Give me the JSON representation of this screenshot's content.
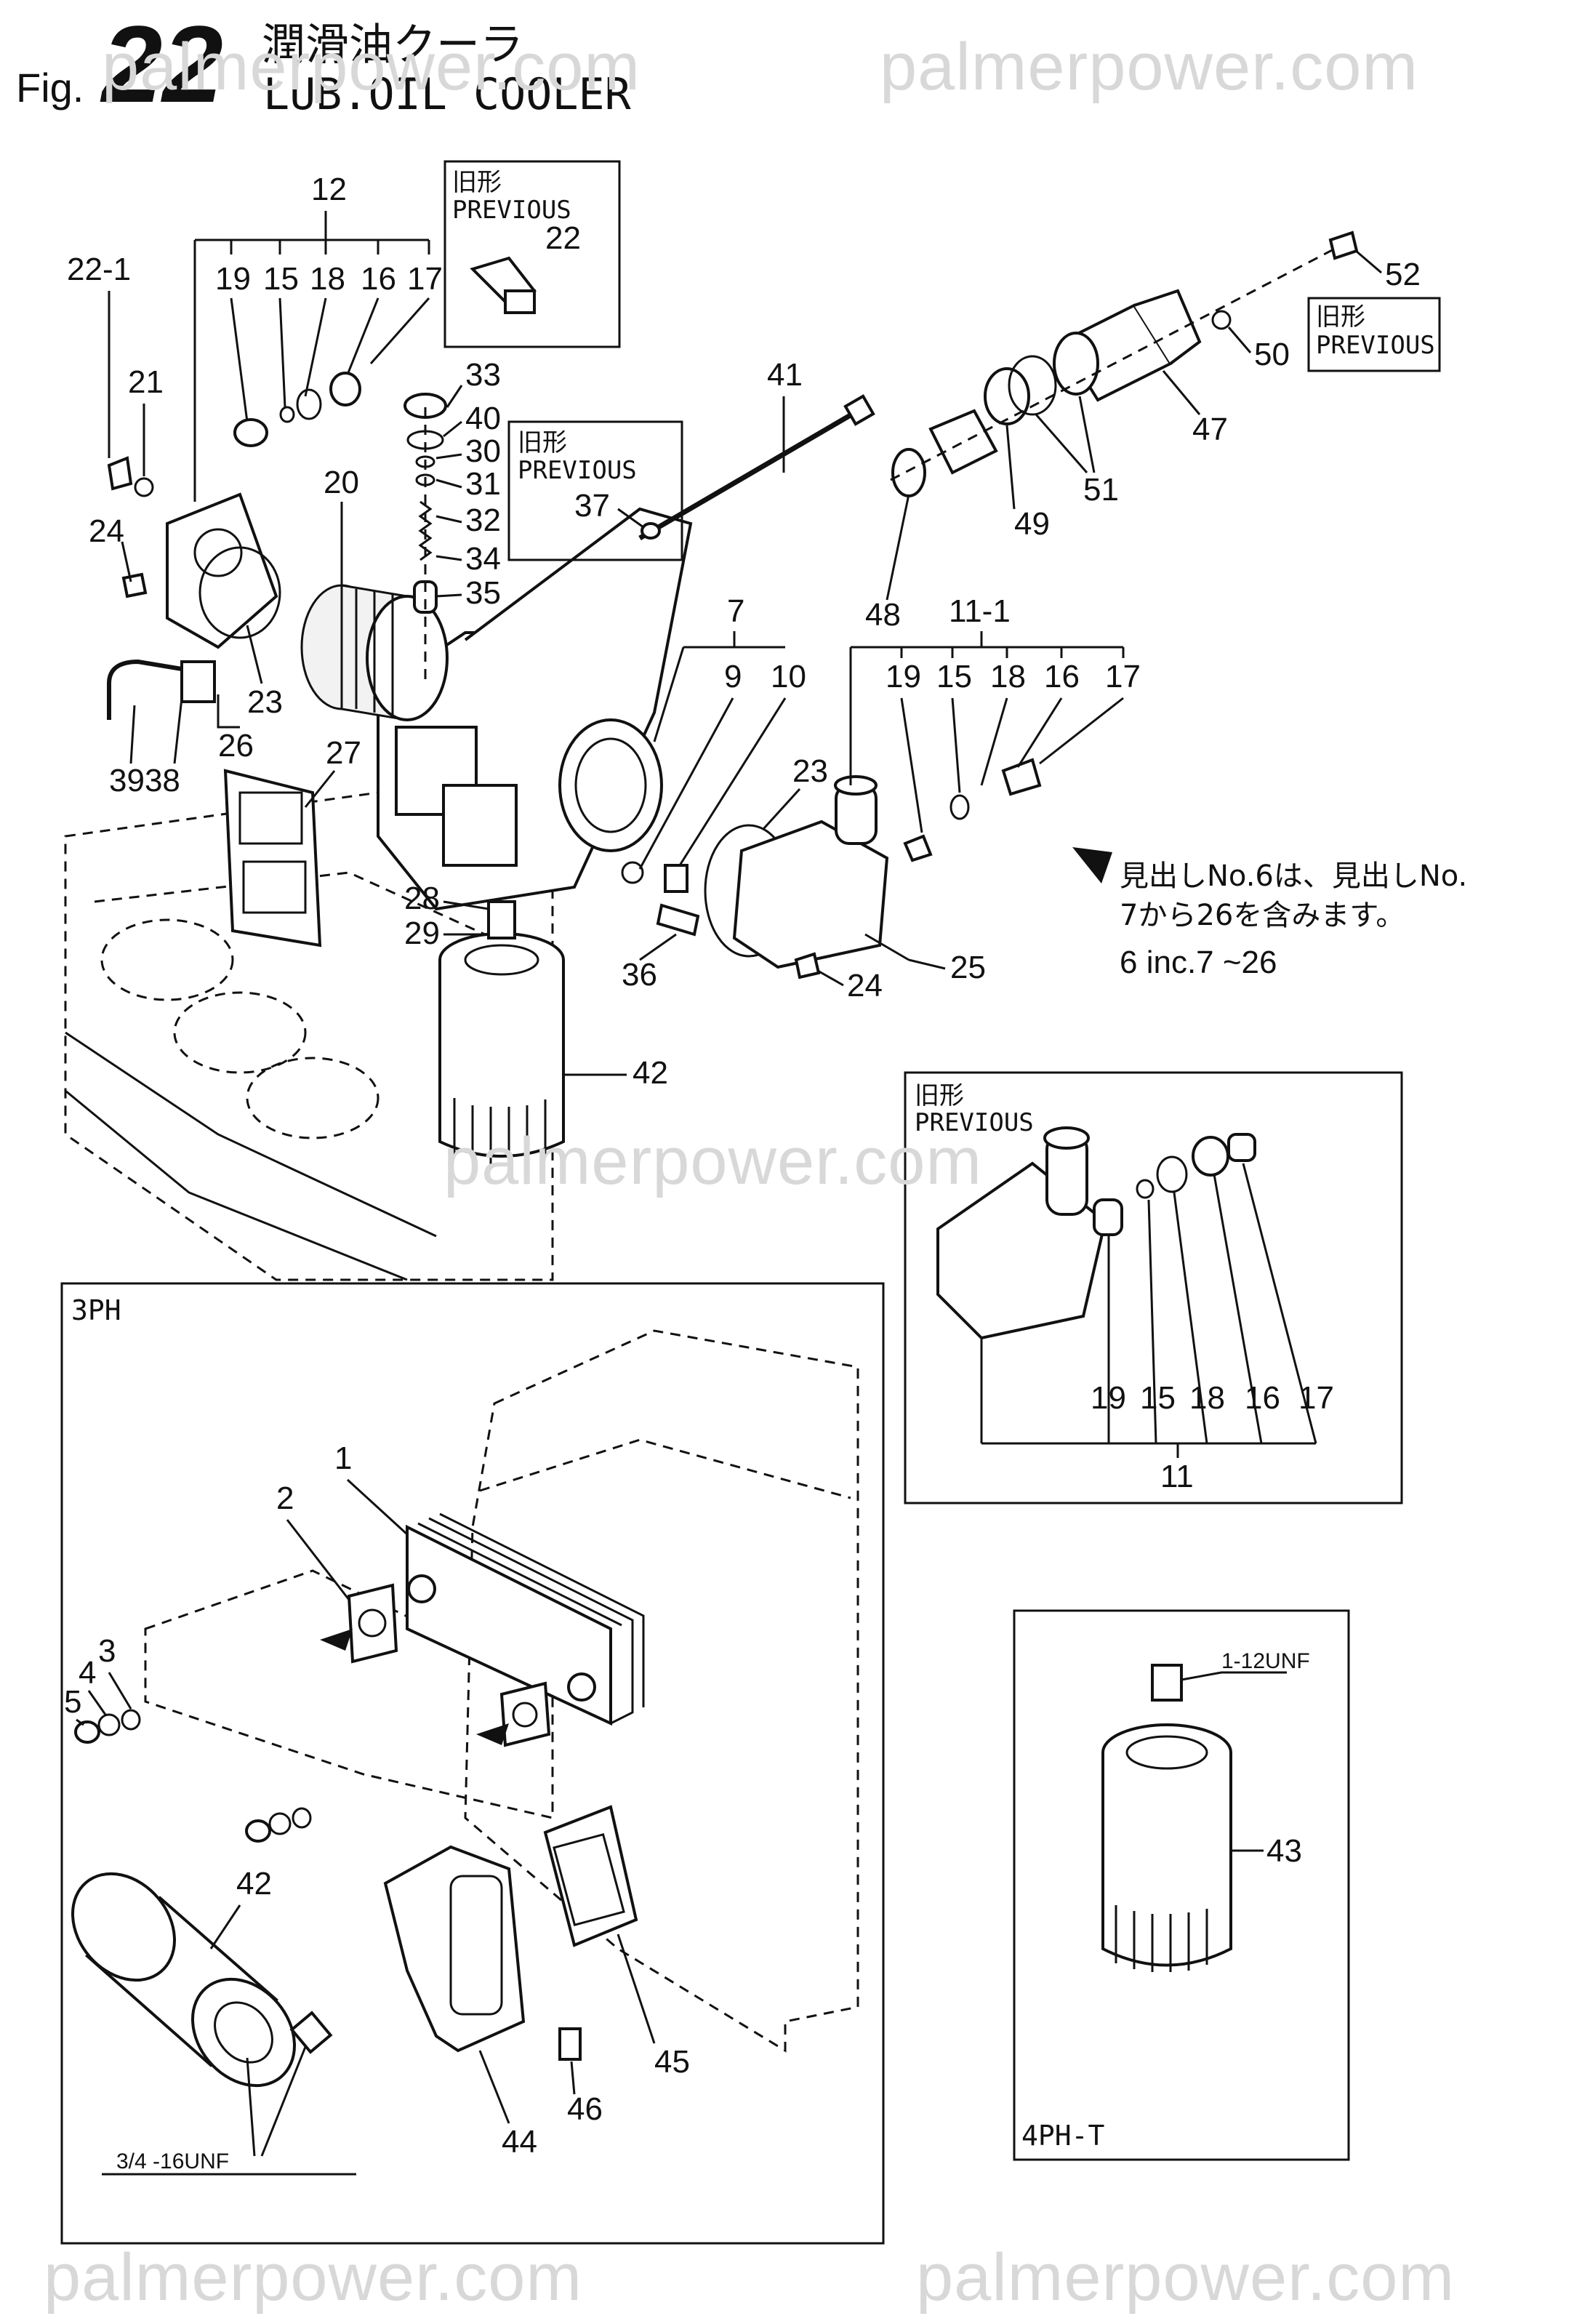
{
  "figure": {
    "prefix": "Fig.",
    "number": "22",
    "title_jp": "潤滑油クーラ",
    "title_en": "LUB.OIL COOLER"
  },
  "watermark": "palmerpower.com",
  "previous_label_jp": "旧形",
  "previous_label_en": "PREVIOUS",
  "section_labels": {
    "three_ph": "3PH",
    "four_ph_t": "4PH-T"
  },
  "note": {
    "line1": "見出しNo.6は、見出しNo.",
    "line2": "7から26を含みます。",
    "line3": "6 inc.7 ~26"
  },
  "thread_labels": {
    "filter_43": "1-12UNF",
    "filter_42": "3/4 -16UNF"
  },
  "callouts": {
    "c12": "12",
    "c22_1": "22-1",
    "c19a": "19",
    "c15a": "15",
    "c18a": "18",
    "c16a": "16",
    "c17a": "17",
    "c22": "22",
    "c21": "21",
    "c24a": "24",
    "c20": "20",
    "c23a": "23",
    "c26": "26",
    "c3938": "3938",
    "c27": "27",
    "c33": "33",
    "c40": "40",
    "c30": "30",
    "c31": "31",
    "c32": "32",
    "c34": "34",
    "c35": "35",
    "c37": "37",
    "c41": "41",
    "c52": "52",
    "c50": "50",
    "c47": "47",
    "c51": "51",
    "c49": "49",
    "c48": "48",
    "c11_1": "11-1",
    "c7": "7",
    "c9": "9",
    "c10": "10",
    "c19b": "19",
    "c15b": "15",
    "c18b": "18",
    "c16b": "16",
    "c17b": "17",
    "c23b": "23",
    "c28": "28",
    "c29": "29",
    "c36": "36",
    "c24b": "24",
    "c25": "25",
    "c42a": "42",
    "c19c": "19",
    "c15c": "15",
    "c18c": "18",
    "c16c": "16",
    "c17c": "17",
    "c11": "11",
    "c1": "1",
    "c2": "2",
    "c3": "3",
    "c4": "4",
    "c5": "5",
    "c42b": "42",
    "c44": "44",
    "c45": "45",
    "c46": "46",
    "c43": "43"
  }
}
